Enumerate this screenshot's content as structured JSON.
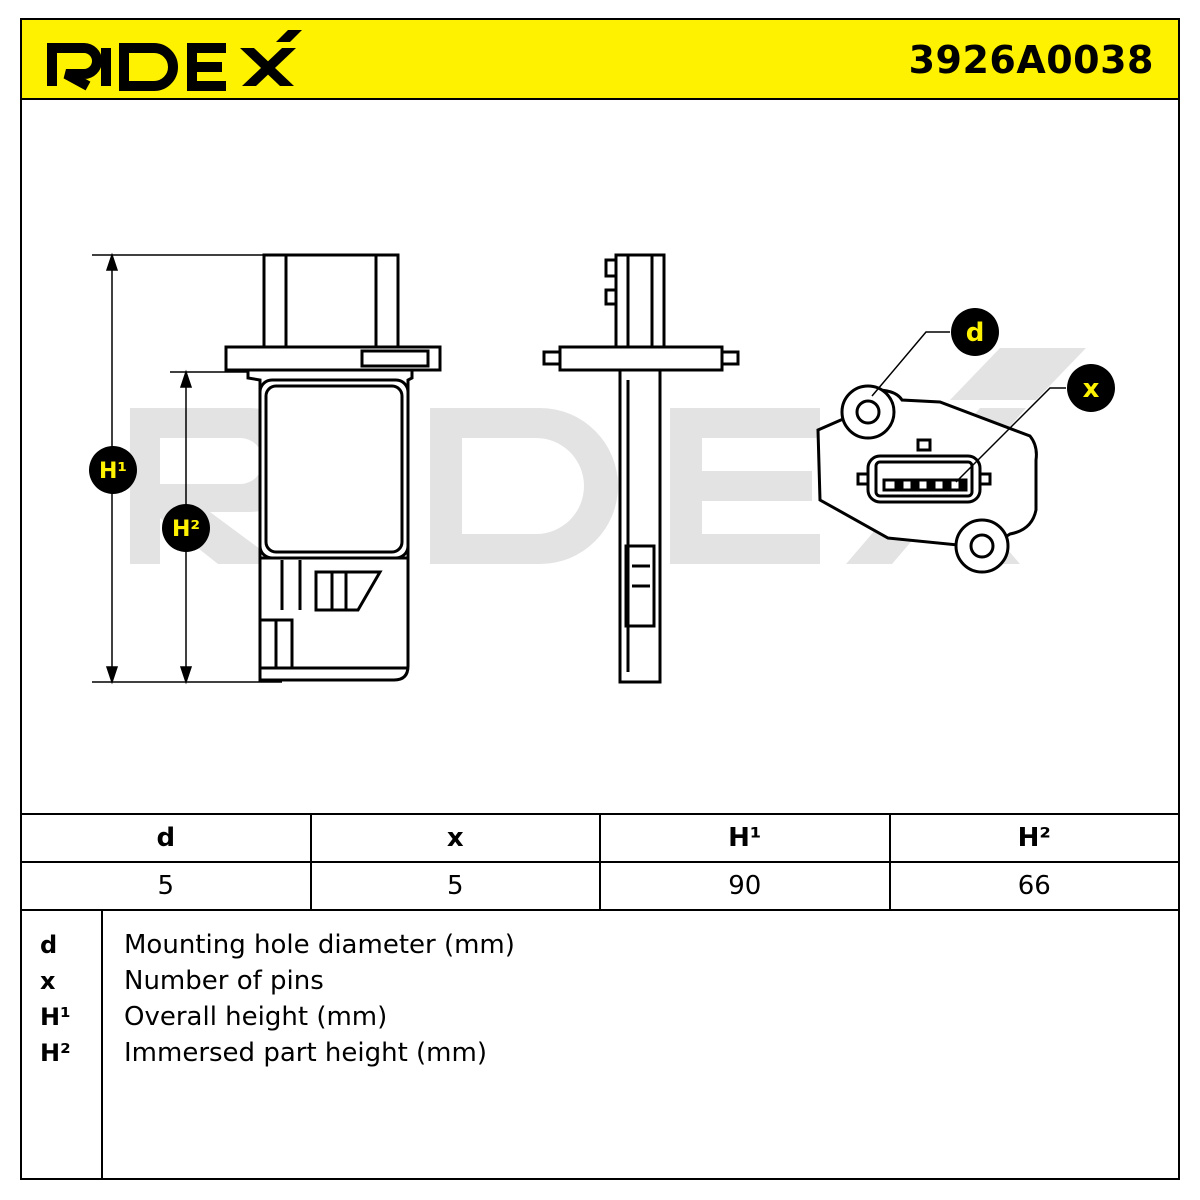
{
  "header": {
    "brand": "RIDEX",
    "part_number": "3926A0038"
  },
  "drawing": {
    "watermark": "RIDEX",
    "callouts": {
      "h1": "H¹",
      "h2": "H²",
      "d": "d",
      "x": "x"
    },
    "colors": {
      "callout_fill": "#000000",
      "callout_text": "#fff200",
      "watermark": "#e6e6e6"
    }
  },
  "specs": {
    "headers": [
      "d",
      "x",
      "H¹",
      "H²"
    ],
    "values": [
      "5",
      "5",
      "90",
      "66"
    ]
  },
  "legend": [
    {
      "key": "d",
      "desc": "Mounting hole diameter (mm)"
    },
    {
      "key": "x",
      "desc": "Number of pins"
    },
    {
      "key": "H¹",
      "desc": "Overall height (mm)"
    },
    {
      "key": "H²",
      "desc": "Immersed part height (mm)"
    }
  ],
  "colors": {
    "brand_yellow": "#fff200"
  }
}
